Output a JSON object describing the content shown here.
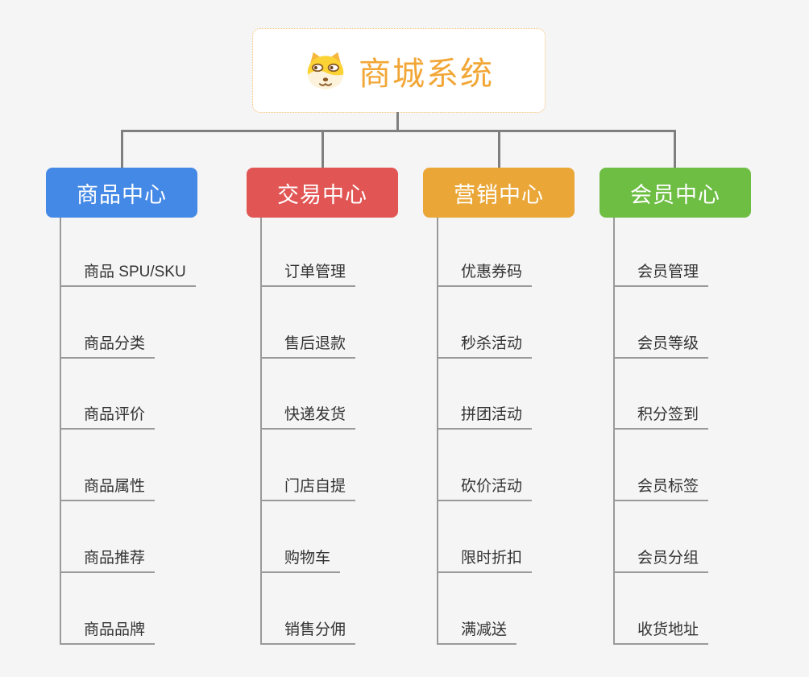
{
  "root": {
    "title": "商城系统",
    "icon": "doge-face-icon",
    "title_color": "#f2a636",
    "border_color": "#f3c06e",
    "background": "#ffffff"
  },
  "colors": {
    "canvas_background": "#f5f5f6",
    "main_connector": "#7f7f7f",
    "leaf_line": "#9a9a9a",
    "leaf_text": "#333333"
  },
  "branches": [
    {
      "label": "商品中心",
      "color": "#4589e6",
      "children": [
        "商品 SPU/SKU",
        "商品分类",
        "商品评价",
        "商品属性",
        "商品推荐",
        "商品品牌"
      ]
    },
    {
      "label": "交易中心",
      "color": "#e15654",
      "children": [
        "订单管理",
        "售后退款",
        "快递发货",
        "门店自提",
        "购物车",
        "销售分佣"
      ]
    },
    {
      "label": "营销中心",
      "color": "#eaa637",
      "children": [
        "优惠券码",
        "秒杀活动",
        "拼团活动",
        "砍价活动",
        "限时折扣",
        "满减送"
      ]
    },
    {
      "label": "会员中心",
      "color": "#6ebe44",
      "children": [
        "会员管理",
        "会员等级",
        "积分签到",
        "会员标签",
        "会员分组",
        "收货地址"
      ]
    }
  ]
}
